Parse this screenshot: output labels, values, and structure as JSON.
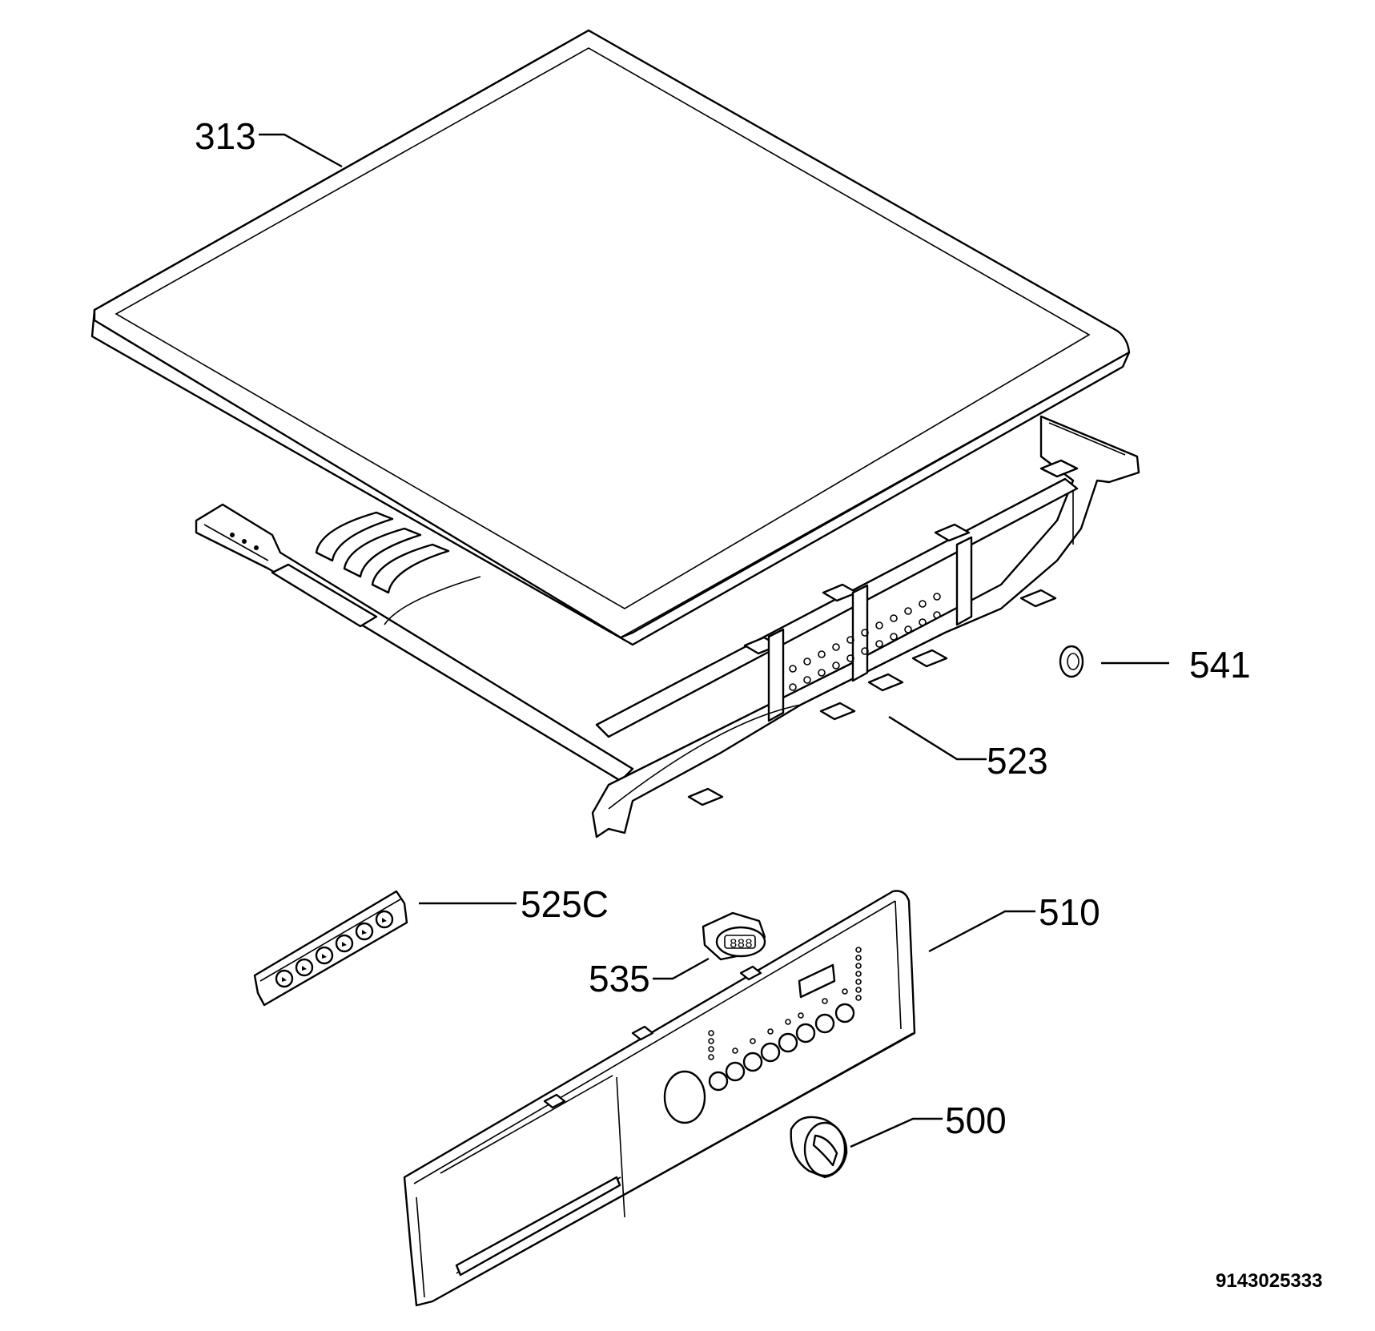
{
  "diagram": {
    "callouts": [
      {
        "id": "313",
        "label": "313"
      },
      {
        "id": "541",
        "label": "541"
      },
      {
        "id": "523",
        "label": "523"
      },
      {
        "id": "525c",
        "label": "525C"
      },
      {
        "id": "510",
        "label": "510"
      },
      {
        "id": "535",
        "label": "535"
      },
      {
        "id": "500",
        "label": "500"
      }
    ],
    "doc_number": "9143025333"
  }
}
